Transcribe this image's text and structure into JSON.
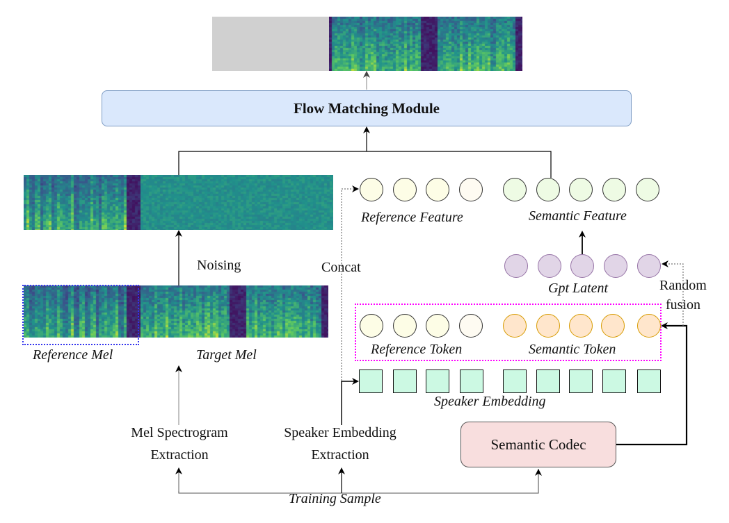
{
  "diagram": {
    "output_mel": {
      "masked_fill": "#d0d0d0"
    },
    "flow_matching": {
      "label": "Flow Matching Module",
      "fill": "#dae8fc"
    },
    "noisy_mel": {},
    "noising_label": "Noising",
    "concat_label": "Concat",
    "reference_mel_label": "Reference Mel",
    "target_mel_label": "Target Mel",
    "reference_feature": {
      "label": "Reference Feature",
      "count": 4
    },
    "semantic_feature": {
      "label": "Semantic Feature",
      "count": 5
    },
    "gpt_latent": {
      "label": "Gpt Latent",
      "count": 5,
      "fill": "#e1d5e7"
    },
    "random_fusion_label_line1": "Random",
    "random_fusion_label_line2": "fusion",
    "reference_token": {
      "label": "Reference Token",
      "count": 4
    },
    "semantic_token": {
      "label": "Semantic Token",
      "count": 5,
      "fill": "#ffe6cc"
    },
    "speaker_embedding": {
      "label": "Speaker Embedding",
      "count": 9,
      "fill": "#ccf9e3"
    },
    "mel_extraction": {
      "line1": "Mel Spectrogram",
      "line2": "Extraction"
    },
    "speaker_extraction": {
      "line1": "Speaker Embedding",
      "line2": "Extraction"
    },
    "semantic_codec": {
      "label": "Semantic Codec",
      "fill": "#f8dede"
    },
    "training_sample_label": "Training Sample",
    "group_box_color": "#ff00ff",
    "reference_box_color": "#3333ee"
  }
}
